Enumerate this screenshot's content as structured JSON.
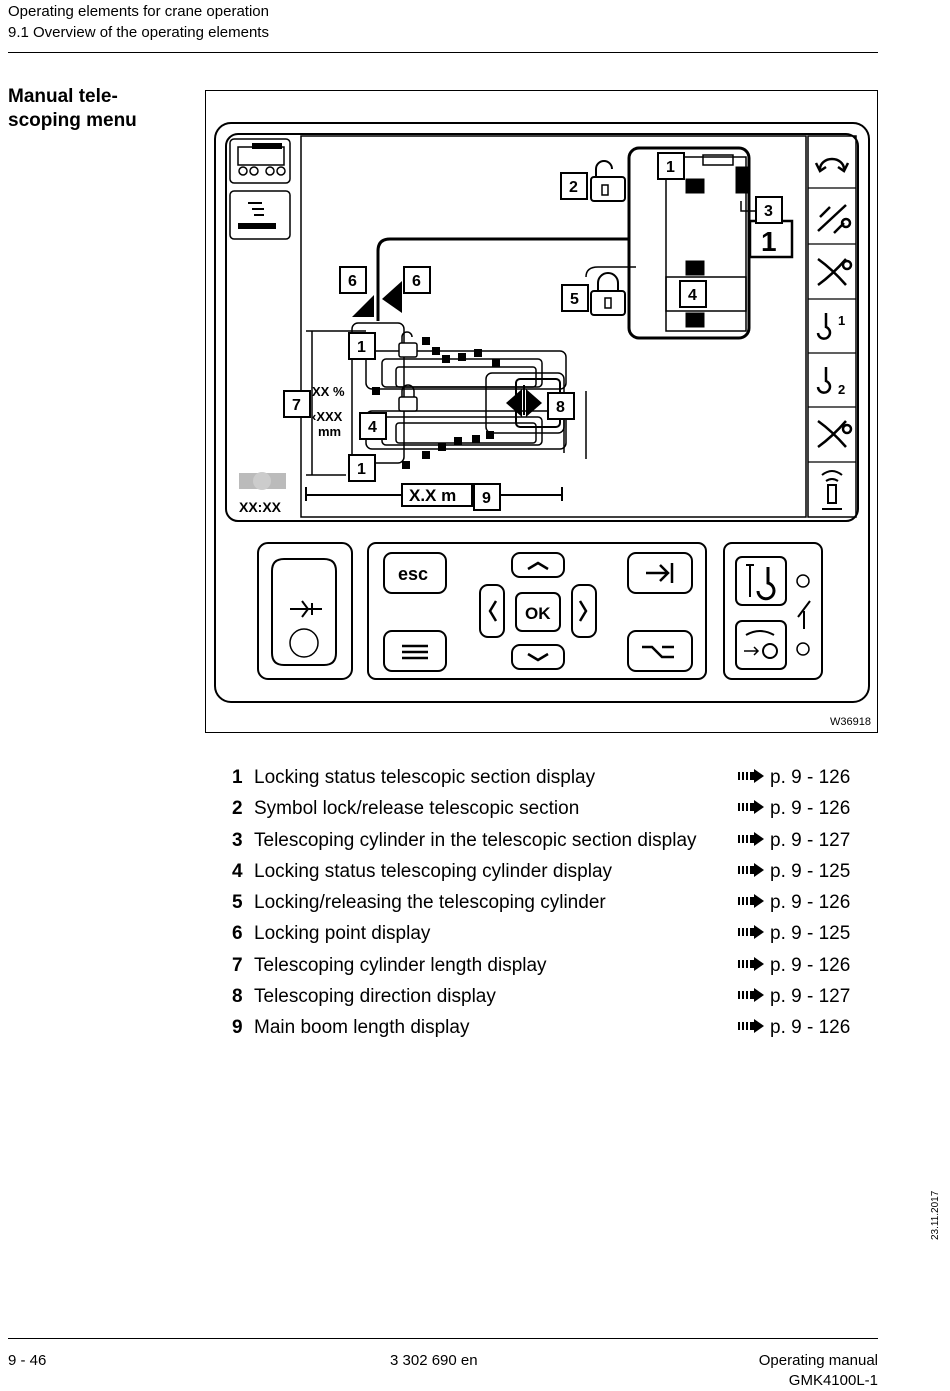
{
  "header": {
    "chapter": "Operating elements for crane operation",
    "section": "9.1 Overview of the operating elements"
  },
  "side_title": [
    "Manual tele-",
    "scoping menu"
  ],
  "figure": {
    "id": "W36918",
    "screen": {
      "callouts": [
        "1",
        "2",
        "3",
        "4",
        "5",
        "6",
        "7",
        "8",
        "9"
      ],
      "big_one": "1",
      "pct_text": "XX %",
      "len_text": "‹XXX",
      "mm_text": "mm",
      "boom_length": "X.X m",
      "clock": "XX:XX"
    },
    "keypad": {
      "esc": "esc",
      "ok": "OK"
    }
  },
  "legend": [
    {
      "num": "1",
      "text": "Locking status telescopic section display",
      "ref": "p. 9 - 126"
    },
    {
      "num": "2",
      "text": "Symbol lock/release telescopic section",
      "ref": "p. 9 - 126"
    },
    {
      "num": "3",
      "text": "Telescoping cylinder in the telescopic section display",
      "ref": "p. 9 - 127"
    },
    {
      "num": "4",
      "text": "Locking status telescoping cylinder display",
      "ref": "p. 9 - 125"
    },
    {
      "num": "5",
      "text": "Locking/releasing the telescoping cylinder",
      "ref": "p. 9 - 126"
    },
    {
      "num": "6",
      "text": "Locking point display",
      "ref": "p. 9 - 125"
    },
    {
      "num": "7",
      "text": "Telescoping cylinder length display",
      "ref": "p. 9 - 126"
    },
    {
      "num": "8",
      "text": "Telescoping direction display",
      "ref": "p. 9 - 127"
    },
    {
      "num": "9",
      "text": "Main boom length display",
      "ref": "p. 9 - 126"
    }
  ],
  "side_date": "23.11.2017",
  "footer": {
    "page": "9 - 46",
    "docnum": "3 302 690 en",
    "manual": "Operating manual",
    "model": "GMK4100L-1"
  }
}
